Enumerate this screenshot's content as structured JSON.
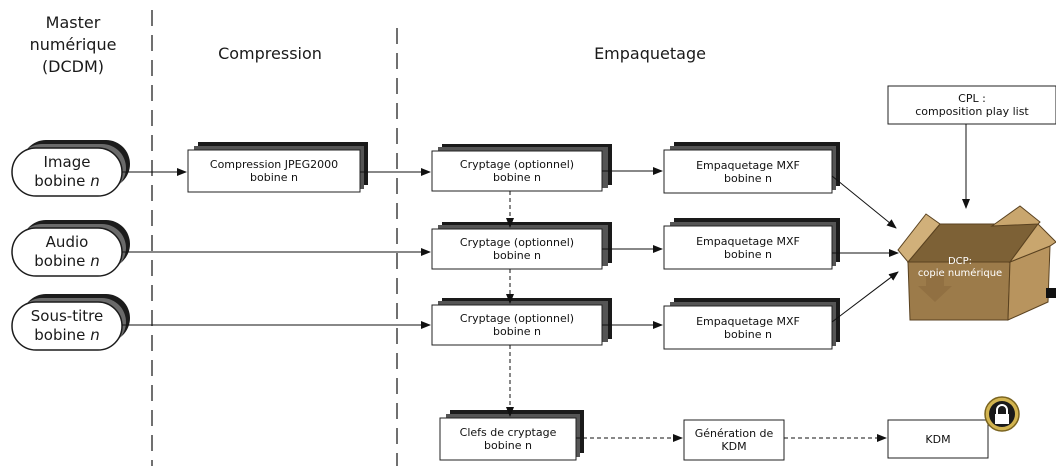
{
  "columns": {
    "master": [
      "Master",
      "numérique",
      "(DCDM)"
    ],
    "compression": "Compression",
    "packaging": "Empaquetage"
  },
  "sources": [
    {
      "title": "Image",
      "reel": "bobine",
      "n": "n"
    },
    {
      "title": "Audio",
      "reel": "bobine",
      "n": "n"
    },
    {
      "title": "Sous-titre",
      "reel": "bobine",
      "n": "n"
    }
  ],
  "compression_box": [
    "Compression JPEG2000",
    "bobine n"
  ],
  "encryption_boxes": [
    [
      "Cryptage (optionnel)",
      "bobine n"
    ],
    [
      "Cryptage (optionnel)",
      "bobine n"
    ],
    [
      "Cryptage (optionnel)",
      "bobine n"
    ]
  ],
  "mxf_boxes": [
    [
      "Empaquetage MXF",
      "bobine n"
    ],
    [
      "Empaquetage MXF",
      "bobine n"
    ],
    [
      "Empaquetage MXF",
      "bobine n"
    ]
  ],
  "cpl_box": [
    "CPL :",
    "composition play list"
  ],
  "dcp_label": [
    "DCP:",
    "copie numérique"
  ],
  "keys_box": [
    "Clefs de cryptage",
    "bobine n"
  ],
  "kdm_generation_box": [
    "Génération de",
    "KDM"
  ],
  "kdm_box": "KDM",
  "icons": {
    "lock": "lock-icon",
    "box": "package-box-icon"
  }
}
